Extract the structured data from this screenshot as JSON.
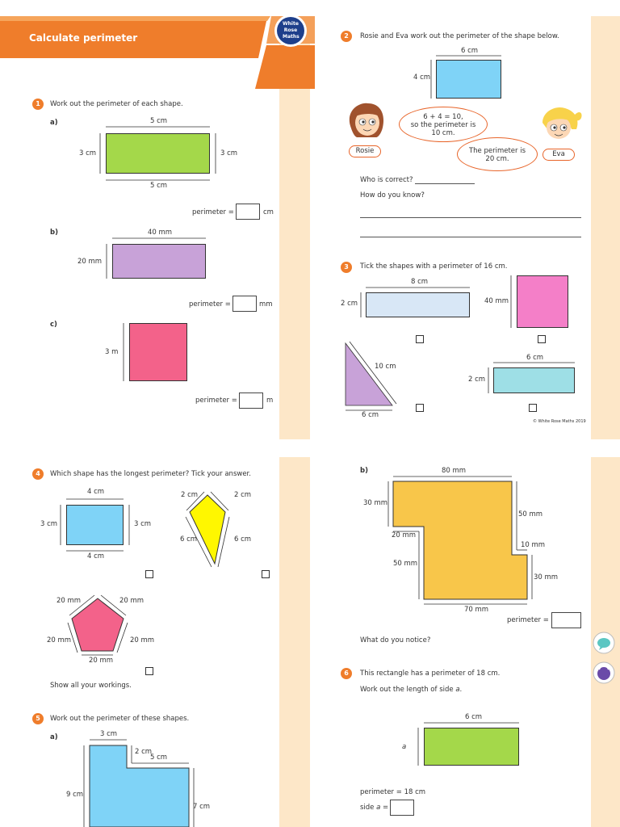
{
  "header": {
    "title": "Calculate perimeter",
    "logo": [
      "White",
      "Rose",
      "Maths"
    ]
  },
  "footer": {
    "copyright": "© White Rose Maths 2019"
  },
  "q1": {
    "num": "1",
    "prompt": "Work out the perimeter of each shape.",
    "a": {
      "label": "a)",
      "top": "5 cm",
      "bottom": "5 cm",
      "left": "3 cm",
      "right": "3 cm",
      "answer_label": "perimeter =",
      "unit": "cm"
    },
    "b": {
      "label": "b)",
      "top": "40 mm",
      "left": "20 mm",
      "answer_label": "perimeter =",
      "unit": "mm"
    },
    "c": {
      "label": "c)",
      "left": "3 m",
      "answer_label": "perimeter =",
      "unit": "m"
    }
  },
  "q2": {
    "num": "2",
    "prompt": "Rosie and Eva work out the perimeter of the shape below.",
    "top": "6 cm",
    "left": "4 cm",
    "rosie_bubble": [
      "6 + 4 = 10,",
      "so the perimeter is",
      "10 cm."
    ],
    "rosie_name": "Rosie",
    "eva_bubble": [
      "The perimeter is",
      "20 cm."
    ],
    "eva_name": "Eva",
    "who": "Who is correct?",
    "how": "How do you know?"
  },
  "q3": {
    "num": "3",
    "prompt": "Tick the shapes with a perimeter of 16 cm.",
    "rect1": {
      "top": "8 cm",
      "left": "2 cm"
    },
    "square": {
      "left": "40 mm"
    },
    "triangle": {
      "hyp": "10 cm",
      "base": "6 cm"
    },
    "rect2": {
      "top": "6 cm",
      "left": "2 cm"
    }
  },
  "q4": {
    "num": "4",
    "prompt": "Which shape has the longest perimeter? Tick your answer.",
    "rect": {
      "top": "4 cm",
      "bottom": "4 cm",
      "left": "3 cm",
      "right": "3 cm"
    },
    "kite": {
      "tl": "2 cm",
      "tr": "2 cm",
      "bl": "6 cm",
      "br": "6 cm"
    },
    "pentagon": {
      "tl": "20 mm",
      "tr": "20 mm",
      "l": "20 mm",
      "r": "20 mm",
      "b": "20 mm"
    },
    "workings": "Show all your workings."
  },
  "q5": {
    "num": "5",
    "prompt": "Work out the perimeter of these shapes.",
    "a": {
      "label": "a)",
      "top": "3 cm",
      "step": "2 cm",
      "mid": "5 cm",
      "left": "9 cm",
      "right": "7 cm"
    },
    "b": {
      "label": "b)",
      "top": "80 mm",
      "l1": "30 mm",
      "step1": "20 mm",
      "l2": "50 mm",
      "r1": "50 mm",
      "step2": "10 mm",
      "r2": "30 mm",
      "bottom": "70 mm",
      "answer_label": "perimeter ="
    },
    "notice": "What do you notice?"
  },
  "q6": {
    "num": "6",
    "prompt": "This rectangle has a perimeter of 18 cm.",
    "prompt2": "Work out the length of side",
    "var": "a",
    "top": "6 cm",
    "perimeter_text": "perimeter = 18 cm",
    "side_label": "side",
    "side_eq": "="
  },
  "colors": {
    "orange": "#ef7d2b",
    "stripe": "#fde7c8",
    "green": "#a4d84a",
    "blue": "#7fd3f7",
    "purple": "#c8a2d8",
    "pink": "#f3628a",
    "yellow": "#f8c64a"
  }
}
